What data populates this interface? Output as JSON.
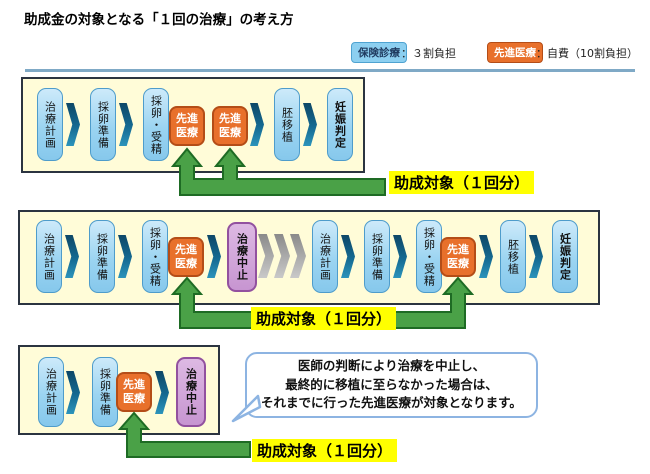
{
  "title": "助成金の対象となる「１回の治療」の考え方",
  "legend": {
    "insurance": {
      "label": "保険診療",
      "desc": "：３割負担"
    },
    "advanced": {
      "label": "先進医療",
      "desc": "：自費（10割負担）"
    }
  },
  "subsidy_label": "助成対象（１回分）",
  "flow1": {
    "steps": [
      "治療計画",
      "採卵準備",
      "採卵・受精",
      "先進医療",
      "先進医療",
      "胚移植",
      "妊娠判定"
    ]
  },
  "flow2": {
    "steps": [
      "治療計画",
      "採卵準備",
      "採卵・受精",
      "先進医療",
      "治療中止",
      "治療計画",
      "採卵準備",
      "採卵・受精",
      "先進医療",
      "胚移植",
      "妊娠判定"
    ]
  },
  "flow3": {
    "steps": [
      "治療計画",
      "採卵準備",
      "先進医療",
      "治療中止"
    ]
  },
  "bubble": {
    "lines": [
      "医師の判断により治療を中止し、",
      "最終的に移植に至らなかった場合は、",
      "それまでに行った先進医療が対象となります。"
    ]
  },
  "icons": {
    "flow_arrow": "chevron-right",
    "skip_arrow": "triple-chevron-right",
    "subsidy_arrow": "green-up-arrow"
  },
  "colors": {
    "insurance_blue": "#8CCFF0",
    "advanced_orange": "#E8702B",
    "stop_purple": "#C795D1",
    "subsidy_green": "#4AA147",
    "highlight_yellow": "#FFFF00",
    "panel_cream": "#FFFCD8",
    "divider_teal": "#7FA9C6"
  }
}
